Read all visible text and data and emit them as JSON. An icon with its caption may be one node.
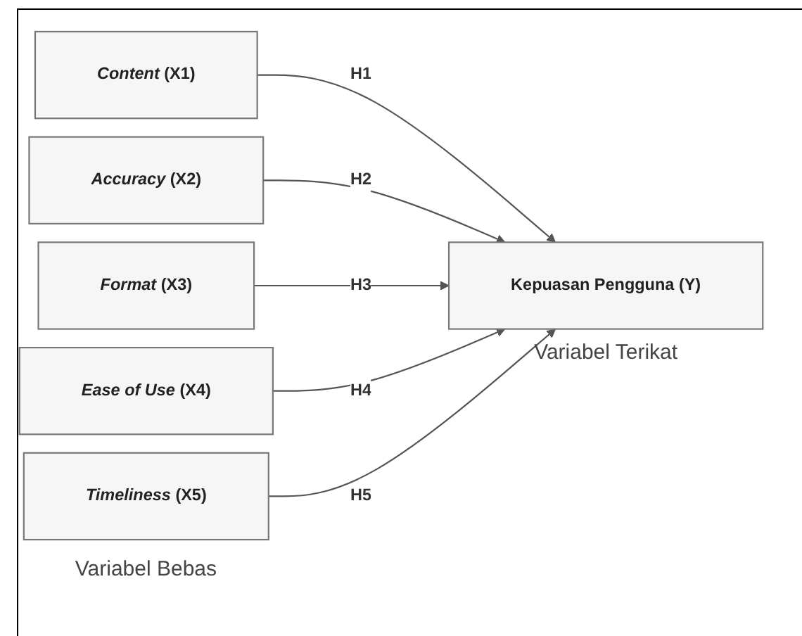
{
  "diagram": {
    "nodes": [
      {
        "text": [
          "*Content* (X1)"
        ]
      },
      {
        "text": [
          "*Accuracy* (X2)"
        ]
      },
      {
        "text": [
          "*Format* (X3)"
        ]
      },
      {
        "text": [
          "*Ease of Use* (X4)"
        ]
      },
      {
        "text": [
          "*Timeliness* (X5)"
        ]
      },
      {
        "text": [
          "Kepuasan Pengguna (Y)"
        ],
        "beside": [
          "Variabel Terikat"
        ]
      }
    ],
    "edges": [
      {
        "from": 0,
        "to": 5,
        "arrow": "to",
        "label": "H1"
      },
      {
        "from": 1,
        "to": 5,
        "arrow": "to",
        "label": "H2"
      },
      {
        "from": 2,
        "to": 5,
        "arrow": "to",
        "label": "H3"
      },
      {
        "from": 3,
        "to": 5,
        "arrow": "to",
        "label": "H4"
      },
      {
        "from": 4,
        "to": 5,
        "arrow": "to",
        "label": "H5"
      }
    ],
    "labels": [
      "Variabel Bebas"
    ]
  }
}
